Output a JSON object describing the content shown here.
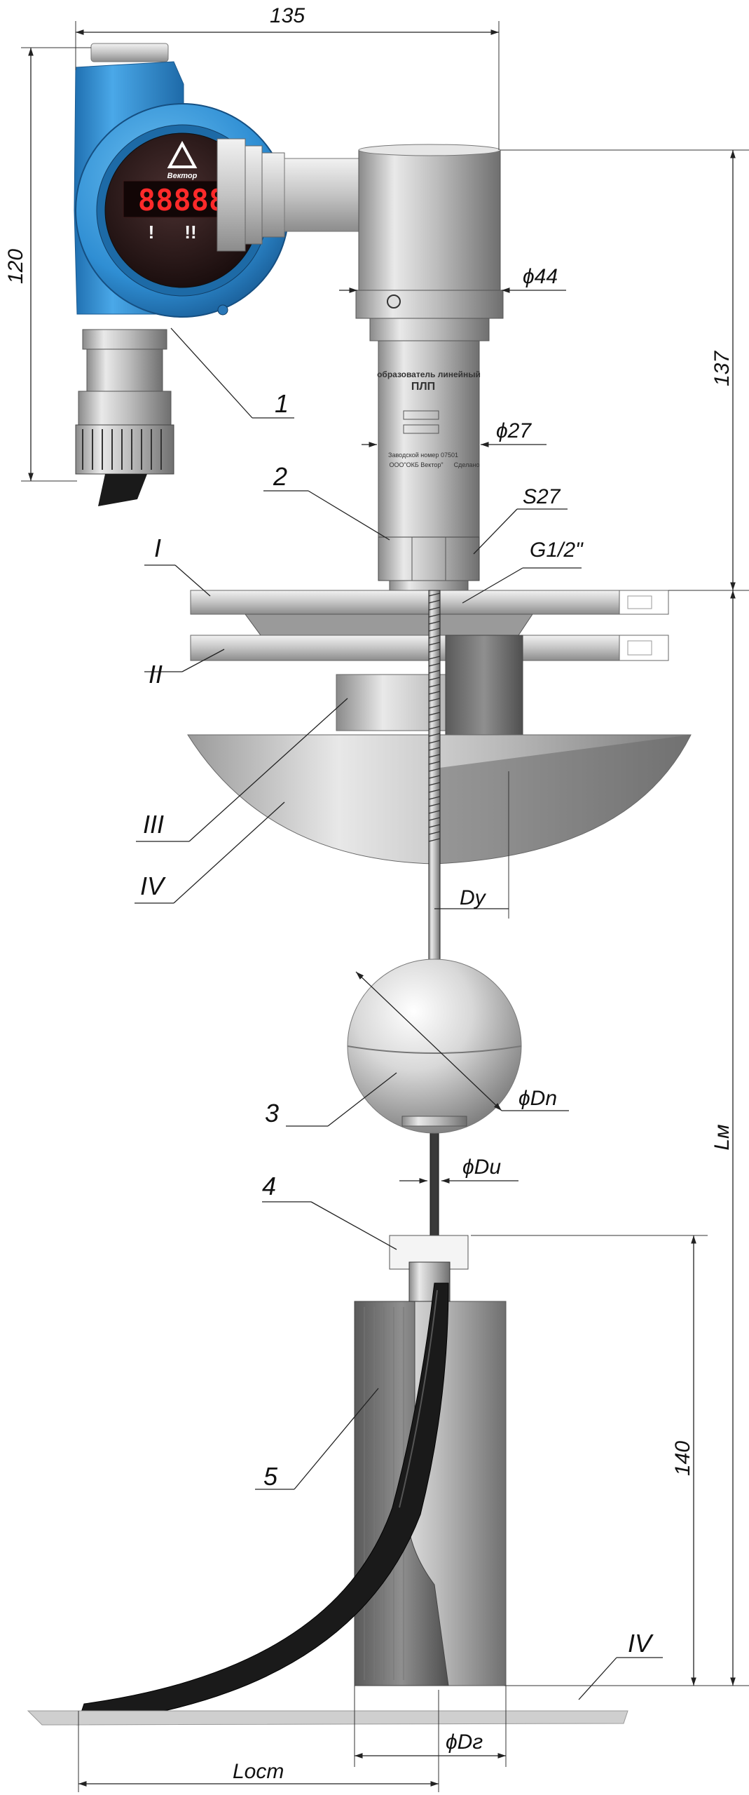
{
  "transmitter": {
    "brand": "Вектор",
    "display": "88888",
    "lamps": [
      "!",
      "!!",
      "!!!"
    ]
  },
  "nameplate": {
    "line1": "образователь линейный",
    "line2": "ПЛП",
    "serial": "Заводской номер 07501",
    "maker": "ООО\"ОКБ Вектор\"",
    "extra": "Сделано"
  },
  "dimensions": {
    "width_135": "135",
    "height_120": "120",
    "height_137": "137",
    "d44": "ϕ44",
    "d27": "ϕ27",
    "s27": "S27",
    "thread": "G1/2\"",
    "dy": "Dy",
    "dn": "ϕDn",
    "di": "ϕDи",
    "lm": "Lм",
    "h140": "140",
    "dg": "ϕDг",
    "lost": "Lост"
  },
  "parts": {
    "p1": "1",
    "p2": "2",
    "p3": "3",
    "p4": "4",
    "p5": "5",
    "r1": "I",
    "r2": "II",
    "r3": "III",
    "r4": "IV",
    "r4b": "IV"
  },
  "colors": {
    "housing": "#3a9ad9",
    "housing_dark": "#1f6fb0",
    "display_bg": "#2a1414",
    "segments": "#ff2a2a",
    "steel": "#c8c8c8",
    "cable": "#1a1a1a"
  }
}
